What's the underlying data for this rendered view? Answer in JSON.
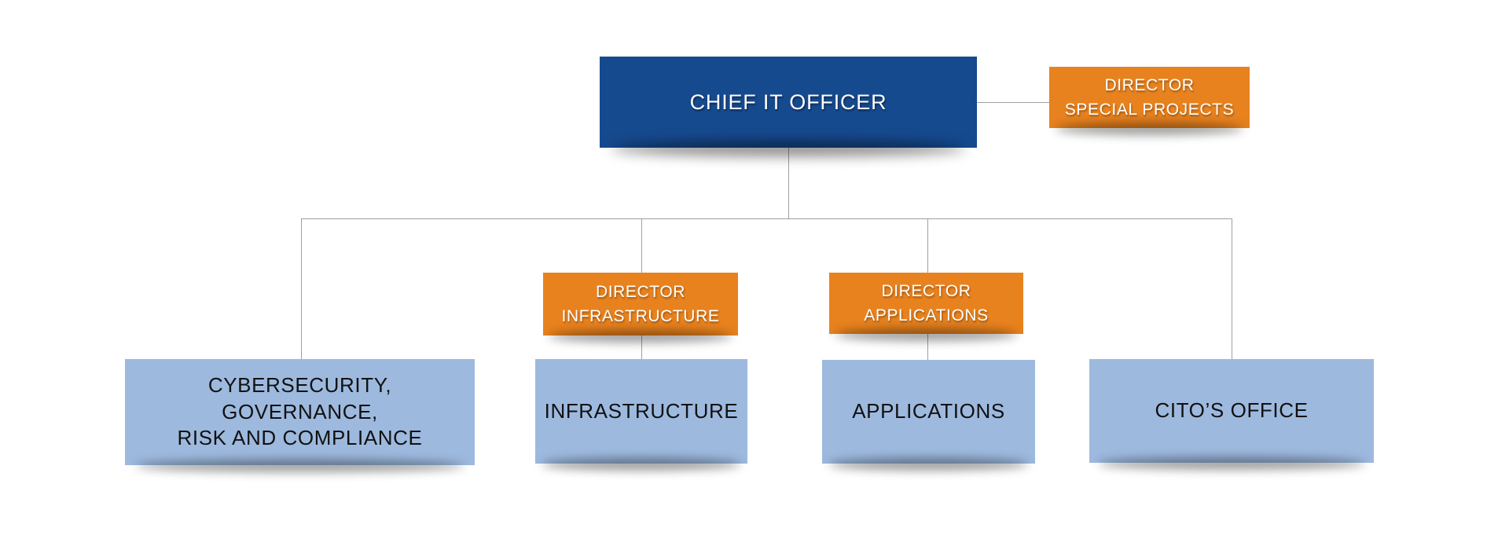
{
  "colors": {
    "primary_blue": "#164A8F",
    "orange": "#E8821E",
    "light_blue": "#9DB9DE",
    "line_gray": "#A0A0A0",
    "text_dark": "#111111",
    "text_light": "#FFFFFF",
    "page_bg": "#FFFFFF"
  },
  "org_chart": {
    "root": {
      "label": "CHIEF IT OFFICER"
    },
    "special_projects": {
      "line1": "DIRECTOR",
      "line2": "SPECIAL PROJECTS"
    },
    "managers": {
      "infrastructure": {
        "line1": "DIRECTOR",
        "line2": "INFRASTRUCTURE"
      },
      "applications": {
        "line1": "DIRECTOR",
        "line2": "APPLICATIONS"
      }
    },
    "departments": {
      "cybersecurity": {
        "line1": "CYBERSECURITY,",
        "line2": "GOVERNANCE,",
        "line3": "RISK AND COMPLIANCE"
      },
      "infrastructure": {
        "label": "INFRASTRUCTURE"
      },
      "applications": {
        "label": "APPLICATIONS"
      },
      "citos_office": {
        "label": "CITO’S OFFICE"
      }
    }
  }
}
